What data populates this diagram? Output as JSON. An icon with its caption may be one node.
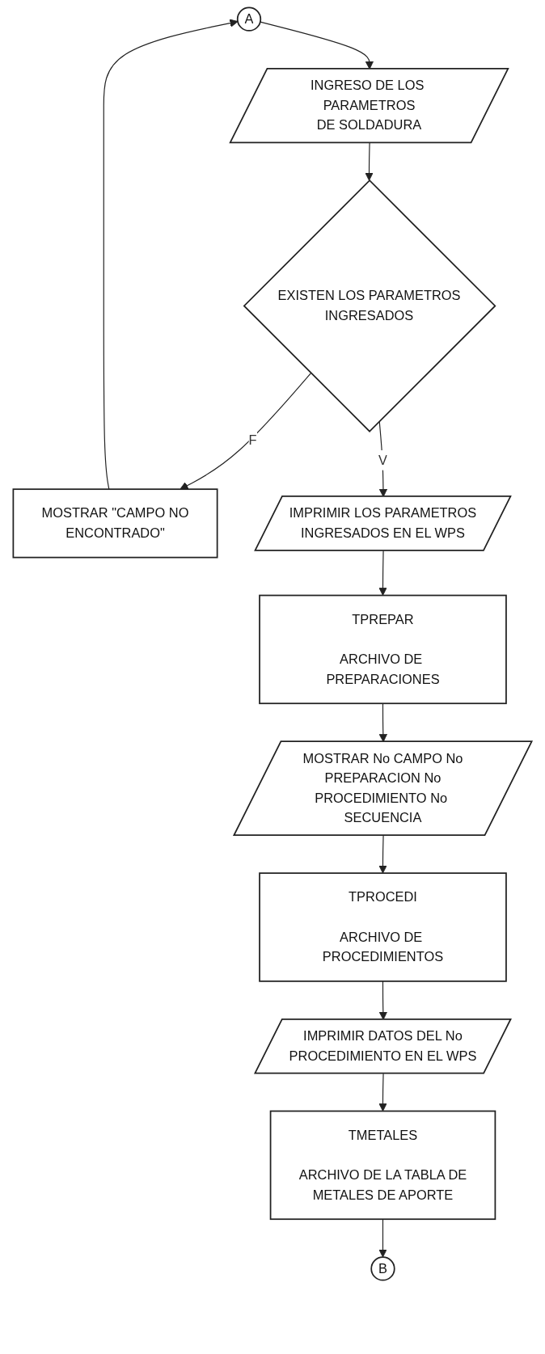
{
  "diagram": {
    "nodes": [
      {
        "text": [
          "A"
        ]
      },
      {
        "text": [
          "INGRESO DE LOS PARAMETROS DE SOLDADURA"
        ]
      },
      {
        "text": [
          "EXISTEN LOS PARAMETROS INGRESADOS"
        ]
      },
      {
        "text": [
          "MOSTRAR \"CAMPO NO ENCONTRADO\""
        ]
      },
      {
        "text": [
          "IMPRIMIR LOS PARAMETROS INGRESADOS EN EL WPS"
        ]
      },
      {
        "text": [
          "TPREPAR",
          "ARCHIVO DE PREPARACIONES"
        ]
      },
      {
        "text": [
          "MOSTRAR No CAMPO No PREPARACION No PROCEDIMIENTO No SECUENCIA"
        ]
      },
      {
        "text": [
          "TPROCEDI",
          "ARCHIVO DE PROCEDIMIENTOS"
        ]
      },
      {
        "text": [
          "IMPRIMIR DATOS DEL No PROCEDIMIENTO EN EL WPS"
        ]
      },
      {
        "text": [
          "TMETALES",
          "ARCHIVO DE LA TABLA DE METALES DE APORTE"
        ]
      },
      {
        "text": [
          "B"
        ]
      }
    ],
    "edges": [
      {
        "from": 0,
        "to": 1,
        "arrow": "to"
      },
      {
        "from": 1,
        "to": 2,
        "arrow": "to"
      },
      {
        "from": 2,
        "to": 3,
        "arrow": "to",
        "label": "F"
      },
      {
        "from": 3,
        "to": 0,
        "arrow": "to"
      },
      {
        "from": 2,
        "to": 4,
        "arrow": "to",
        "label": "V"
      },
      {
        "from": 4,
        "to": 5,
        "arrow": "to"
      },
      {
        "from": 5,
        "to": 6,
        "arrow": "to"
      },
      {
        "from": 6,
        "to": 7,
        "arrow": "to"
      },
      {
        "from": 7,
        "to": 8,
        "arrow": "to"
      },
      {
        "from": 8,
        "to": 9,
        "arrow": "to"
      },
      {
        "from": 9,
        "to": 10,
        "arrow": "to"
      }
    ]
  }
}
